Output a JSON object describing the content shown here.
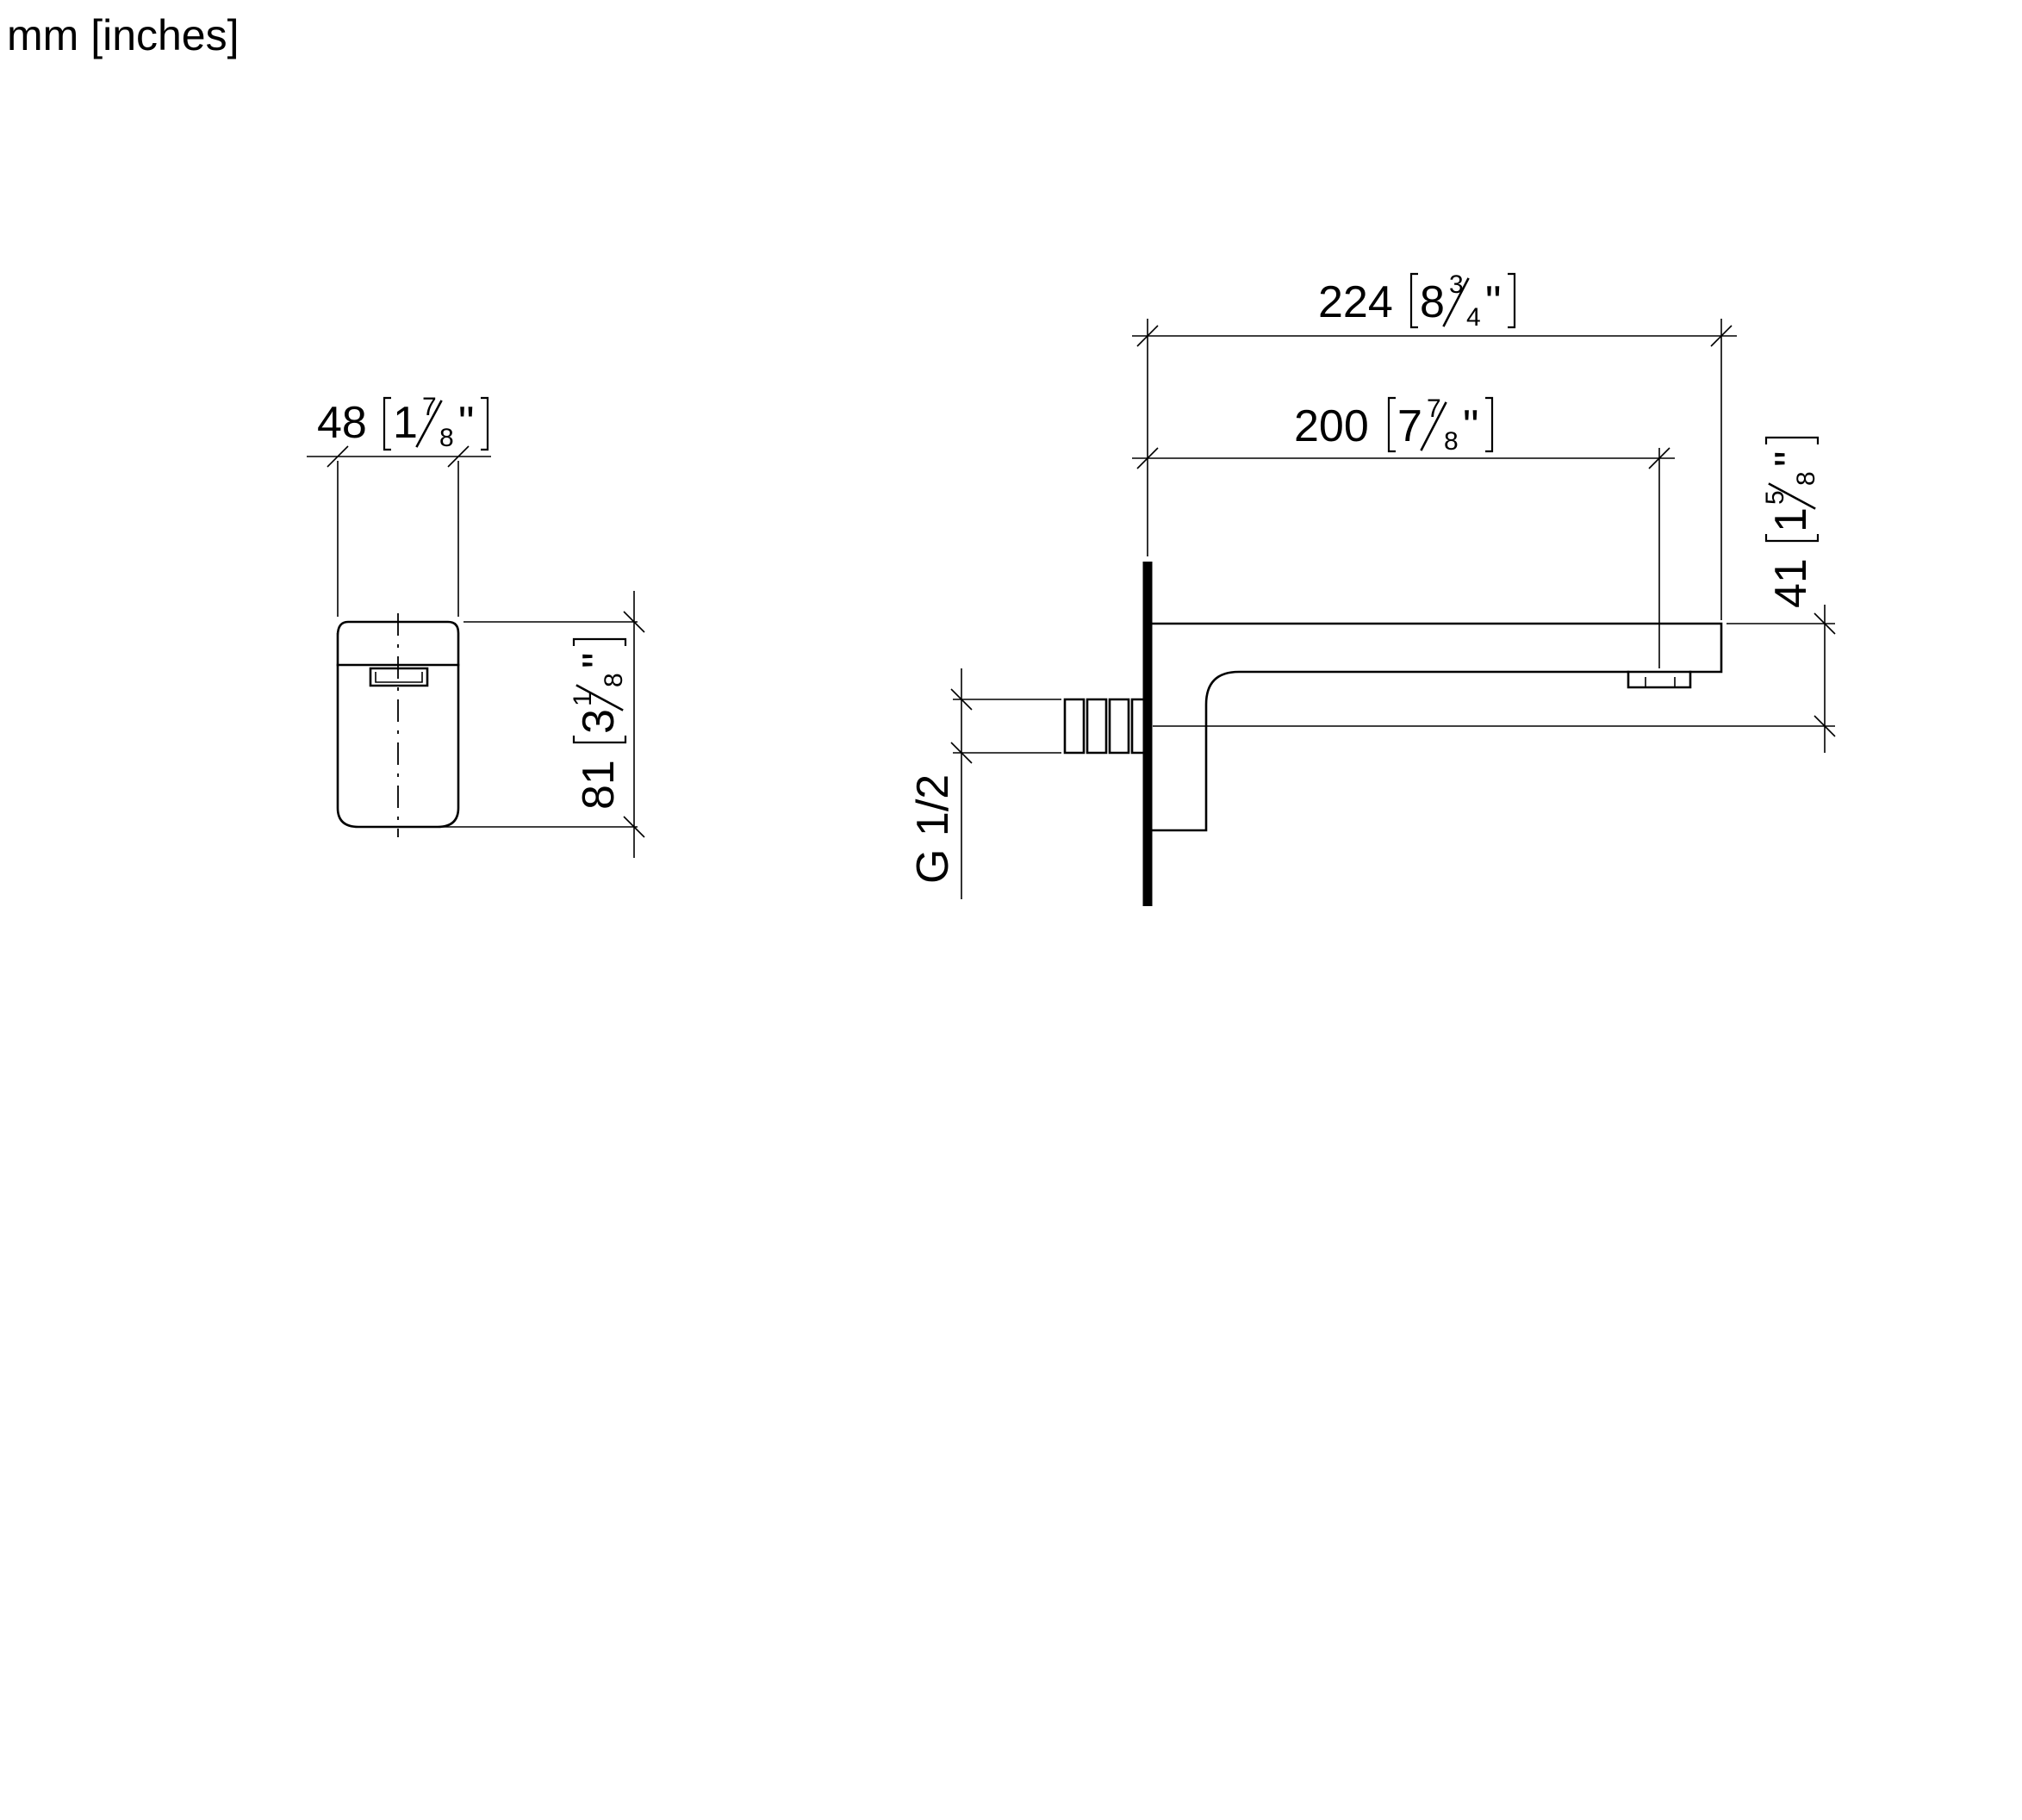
{
  "units_label": "mm [inches]",
  "dimensions": {
    "front_width": {
      "mm": "48",
      "whole": "1",
      "num": "7",
      "den": "8",
      "mark": "\""
    },
    "front_height": {
      "mm": "81",
      "whole": "3",
      "num": "1",
      "den": "8",
      "mark": "\""
    },
    "total_length": {
      "mm": "224",
      "whole": "8",
      "num": "3",
      "den": "4",
      "mark": "\""
    },
    "outlet_length": {
      "mm": "200",
      "whole": "7",
      "num": "7",
      "den": "8",
      "mark": "\""
    },
    "outlet_drop": {
      "mm": "41",
      "whole": "1",
      "num": "5",
      "den": "8",
      "mark": "\""
    },
    "thread": {
      "label": "G 1/2"
    }
  },
  "colors": {
    "line": "#000000",
    "background": "#ffffff"
  }
}
